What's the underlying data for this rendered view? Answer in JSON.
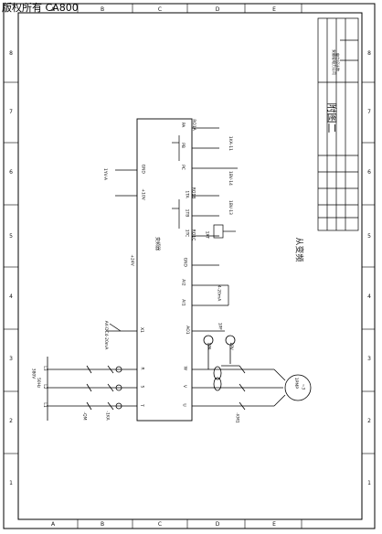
{
  "watermark": "版权所有 CA800",
  "border": {
    "top_letters": [
      "A",
      "B",
      "C",
      "D",
      "E"
    ],
    "side_numbers": [
      "8",
      "7",
      "6",
      "5",
      "4",
      "3",
      "2",
      "1"
    ]
  },
  "title_block": {
    "title": "附图二",
    "company": [
      "安徽省电力公司",
      "电力设计院"
    ]
  },
  "diagram": {
    "caption": "从变频",
    "vfd_label": "变频器",
    "vfd_terminals_left": [
      "GND",
      "+24V",
      "X1",
      "R",
      "S",
      "T",
      "+10V"
    ],
    "vfd_terminals_right": [
      "PA",
      "PB",
      "PC",
      "RO1A",
      "RO1B",
      "RO1C",
      "AI1",
      "AI2",
      "GND",
      "AO1",
      "U",
      "V",
      "W"
    ],
    "relays": [
      "1TA",
      "1TB",
      "1TC"
    ],
    "ext_labels": [
      "1YV-A",
      "1KA-11",
      "1BV-13",
      "1BV-14",
      "1XT",
      "AK-DC4-20mA",
      "4-20mA"
    ],
    "breakers": [
      "-QM",
      "L1",
      "L2",
      "L3",
      "-1KA",
      "-KM1"
    ],
    "motor": {
      "label": "1PMP",
      "phase": "~3"
    },
    "meter_labels": [
      "1PA",
      "1PV",
      "1PF"
    ],
    "supply": [
      "380V",
      "50Hz"
    ]
  }
}
